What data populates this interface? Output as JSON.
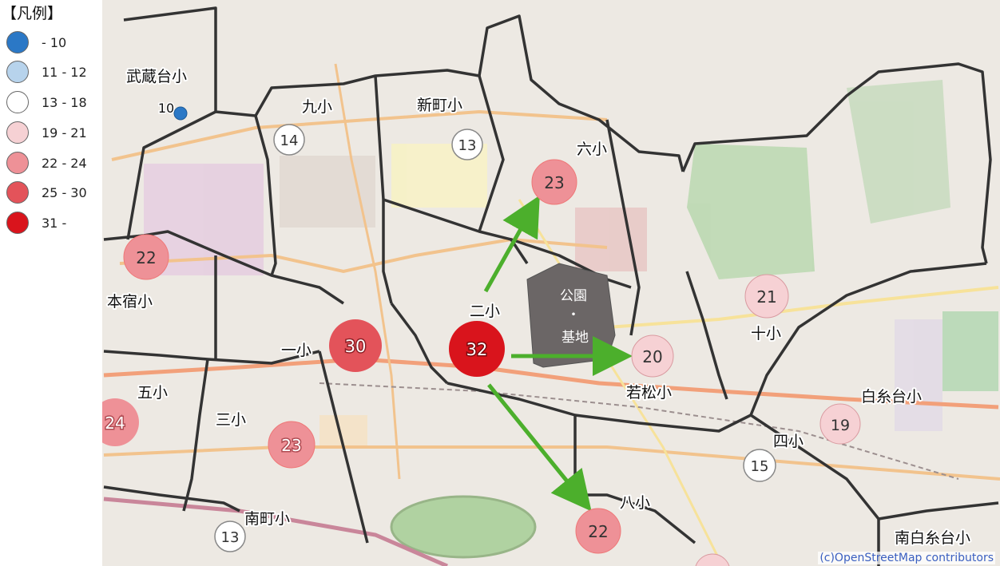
{
  "legend": {
    "title": "【凡例】",
    "items": [
      {
        "label": "- 10",
        "color": "#2b78c6"
      },
      {
        "label": "11 - 12",
        "color": "#b7d3ec"
      },
      {
        "label": "13 - 18",
        "color": "#ffffff"
      },
      {
        "label": "19 - 21",
        "color": "#f6d1d4"
      },
      {
        "label": "22 - 24",
        "color": "#ee9197"
      },
      {
        "label": "25 - 30",
        "color": "#e3535a"
      },
      {
        "label": "31 -",
        "color": "#d9141c"
      }
    ]
  },
  "districts": [
    {
      "name": "武蔵台小",
      "value": "10"
    },
    {
      "name": "九小",
      "value": "14"
    },
    {
      "name": "新町小",
      "value": "13"
    },
    {
      "name": "六小",
      "value": "23"
    },
    {
      "name": "本宿小",
      "value": "22"
    },
    {
      "name": "二小",
      "value": "32"
    },
    {
      "name": "一小",
      "value": "30"
    },
    {
      "name": "十小",
      "value": "21"
    },
    {
      "name": "若松小",
      "value": "20"
    },
    {
      "name": "五小",
      "value": "24"
    },
    {
      "name": "三小",
      "value": "23"
    },
    {
      "name": "白糸台小",
      "value": "19"
    },
    {
      "name": "四小",
      "value": "15"
    },
    {
      "name": "南町小",
      "value": "13"
    },
    {
      "name": "八小",
      "value": "22"
    },
    {
      "name": "南白糸台小",
      "value": ""
    }
  ],
  "park_area": {
    "line1": "公園",
    "line2": "・",
    "line3": "基地",
    "color": "#6b6666"
  },
  "arrow_color": "#4caf2c",
  "attribution": "(c)OpenStreetMap contributors"
}
